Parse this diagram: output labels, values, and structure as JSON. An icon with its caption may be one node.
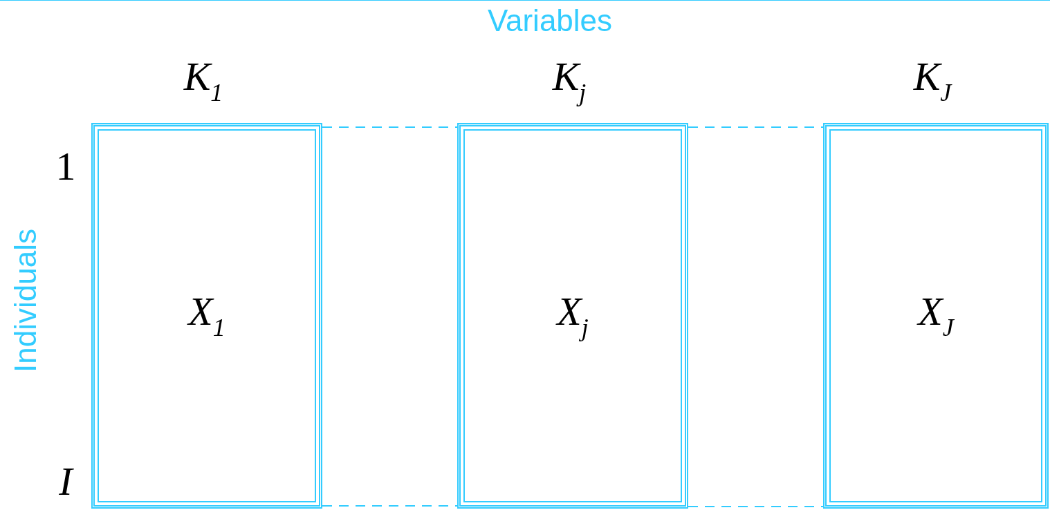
{
  "diagram": {
    "nodes": [
      {
        "text": [
          "*X*$_{1}$"
        ],
        "beside": [
          "*K*$_{1}$"
        ]
      },
      {
        "text": [
          "*X*$_{j}$"
        ],
        "beside": [
          "*K*$_{j}$"
        ]
      },
      {
        "text": [
          "*X*$_{J}$"
        ],
        "beside": [
          "*K*$_{J}$"
        ]
      }
    ],
    "edges": [
      {
        "from": 0,
        "to": 1,
        "arrow": "none",
        "style": "dashed"
      },
      {
        "from": 0,
        "to": 1,
        "arrow": "none",
        "style": "dashed"
      },
      {
        "from": 1,
        "to": 2,
        "arrow": "none",
        "style": "dashed"
      },
      {
        "from": 1,
        "to": 2,
        "arrow": "none",
        "style": "dashed"
      }
    ],
    "labels": [
      "Variables",
      "Individuals",
      "1",
      "*I*"
    ]
  }
}
